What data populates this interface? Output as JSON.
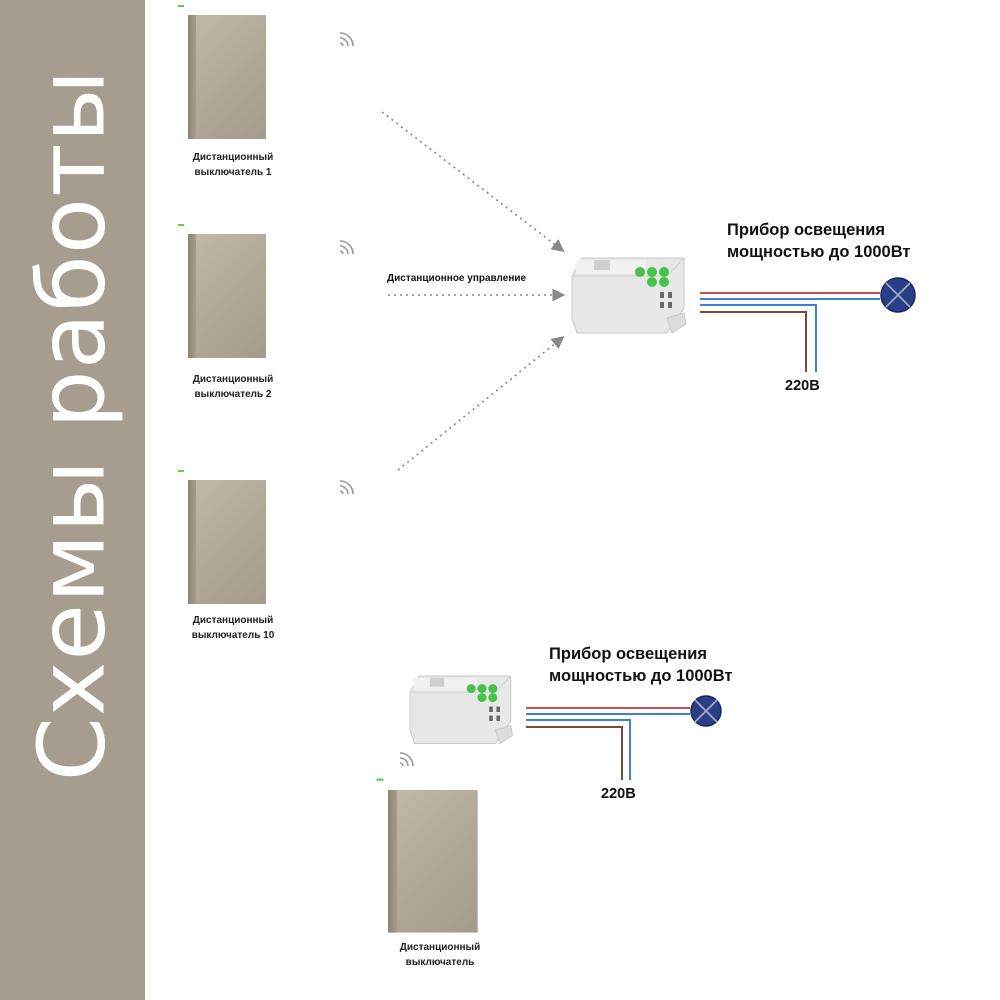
{
  "sidebar": {
    "title": "Схемы работы",
    "background": "#a79d8f"
  },
  "scheme1": {
    "switches": [
      {
        "label_line1": "Дистанционный",
        "label_line2": "выключатель 1"
      },
      {
        "label_line1": "Дистанционный",
        "label_line2": "выключатель 2"
      },
      {
        "label_line1": "Дистанционный",
        "label_line2": "выключатель 10"
      }
    ],
    "remote_control_label": "Дистанционное управление",
    "device_label_line1": "Прибор освещения",
    "device_label_line2": "мощностью до 1000Вт",
    "voltage_label": "220В"
  },
  "scheme2": {
    "switch": {
      "label_line1": "Дистанционный",
      "label_line2": "выключатель"
    },
    "device_label_line1": "Прибор освещения",
    "device_label_line2": "мощностью до 1000Вт",
    "voltage_label": "220В"
  },
  "colors": {
    "wire_red": "#c9504f",
    "wire_blue": "#3b7fd6",
    "wire_brown": "#7a4a3a",
    "lamp_fill": "#2a3e86",
    "relay_green": "#46c249",
    "arrow_gray": "#888888"
  },
  "icons": [
    "wireless-signal-icon",
    "lamp-icon",
    "relay-module-icon"
  ]
}
